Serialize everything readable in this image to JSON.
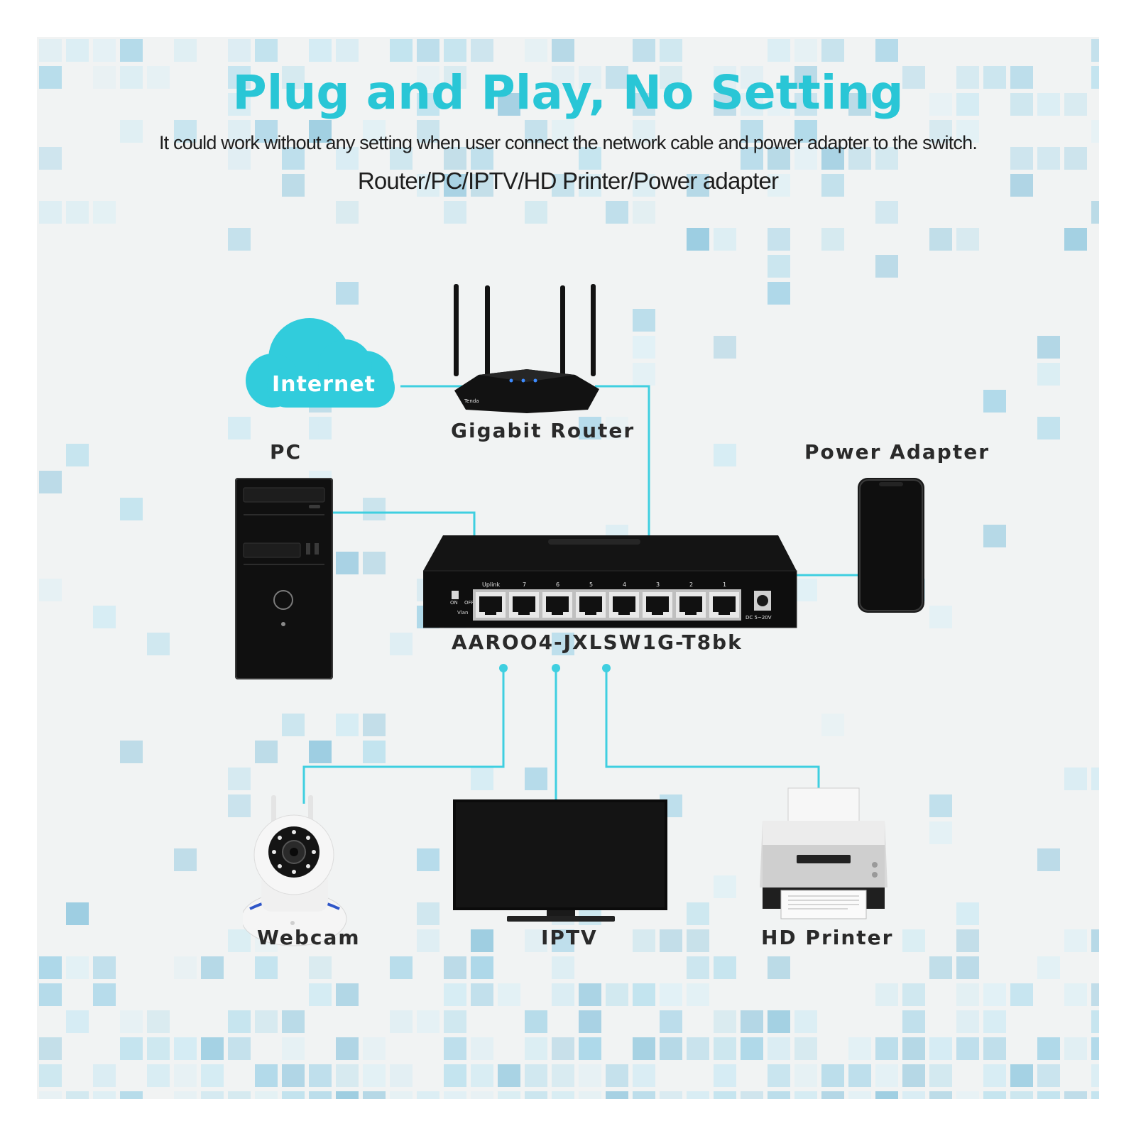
{
  "title": "Plug and Play, No Setting",
  "subtitle": "It could work without any setting when user connect the network cable and power adapter to the switch.",
  "devices_line": "Router/PC/IPTV/HD Printer/Power adapter",
  "nodes": {
    "cloud": "Internet",
    "router": "Gigabit Router",
    "pc": "PC",
    "power": "Power Adapter",
    "switch": "AAROO4-JXLSW1G-T8bk",
    "webcam": "Webcam",
    "iptv": "IPTV",
    "printer": "HD Printer"
  },
  "switch_panel": {
    "port_labels": [
      "Uplink",
      "7",
      "6",
      "5",
      "4",
      "3",
      "2",
      "1"
    ],
    "vlan_on": "ON",
    "vlan_off": "OFF",
    "vlan": "Vlan",
    "dc": "DC 5~20V"
  },
  "colors": {
    "accent": "#29c6d6",
    "wire": "#3fcfe0",
    "device": "#141414",
    "mosaic": [
      "#bfe2ee",
      "#a9d6e8",
      "#d3ebf3",
      "#98cbe0",
      "#e0f0f5"
    ]
  }
}
